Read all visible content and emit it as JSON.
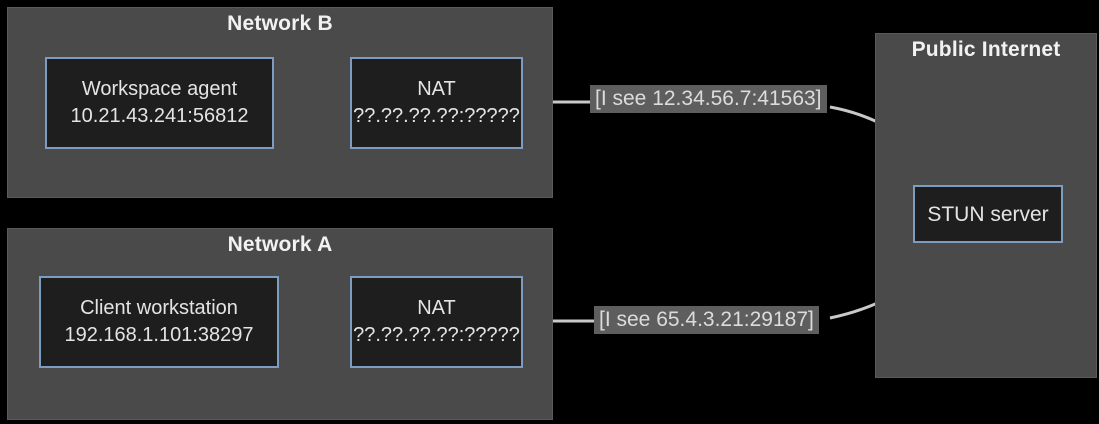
{
  "colors": {
    "background": "#000000",
    "container-fill": "#4a4a4a",
    "container-border": "#5a5a5a",
    "node-fill": "#1e1e1e",
    "node-border": "#7c9cc0",
    "node-text": "#e4e4e4",
    "title-text": "#f2f2f2",
    "edge": "#c9c9c9",
    "label-fill": "#5e5e5e",
    "label-text": "#dcdcdc"
  },
  "network_b": {
    "title": "Network B",
    "agent": {
      "line1": "Workspace agent",
      "line2": "10.21.43.241:56812"
    },
    "nat": {
      "line1": "NAT",
      "line2": "??.??.??.??:?????"
    },
    "stun_reply": "[I see 12.34.56.7:41563]"
  },
  "network_a": {
    "title": "Network A",
    "client": {
      "line1": "Client workstation",
      "line2": "192.168.1.101:38297"
    },
    "nat": {
      "line1": "NAT",
      "line2": "??.??.??.??:?????"
    },
    "stun_reply": "[I see 65.4.3.21:29187]"
  },
  "public_internet": {
    "title": "Public Internet",
    "stun_server": "STUN server"
  }
}
